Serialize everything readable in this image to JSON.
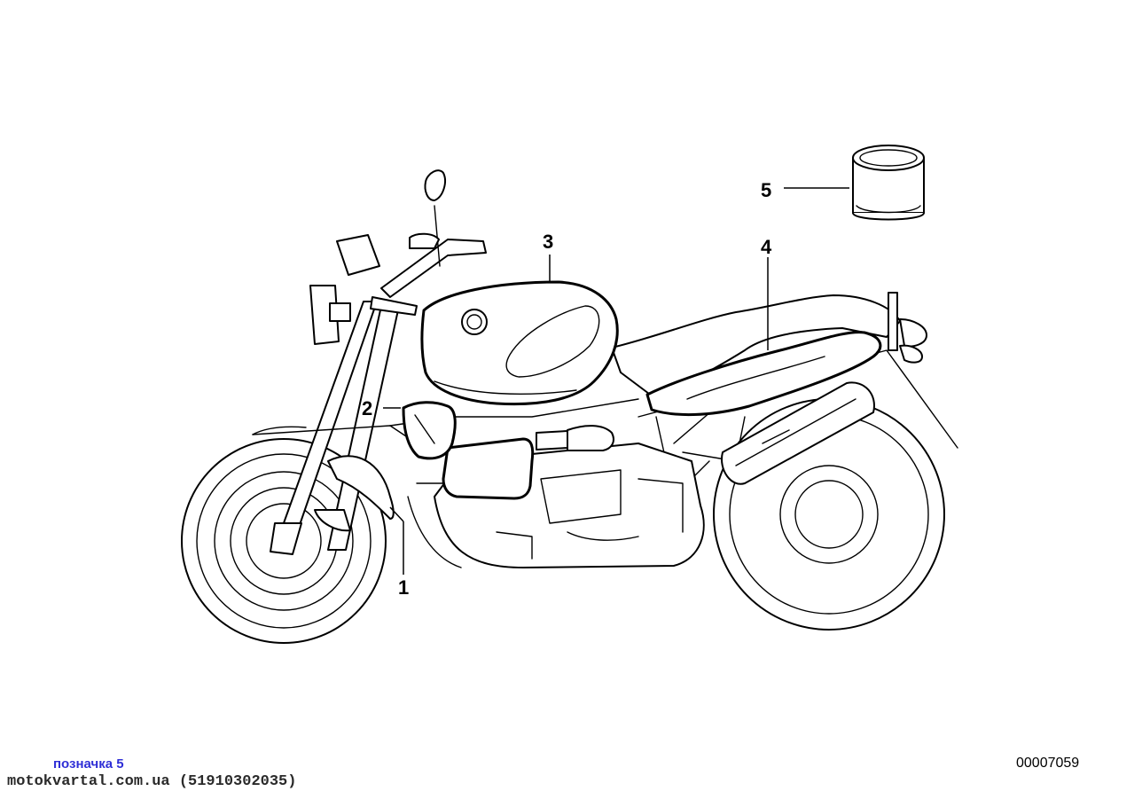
{
  "callouts": [
    {
      "label": "1",
      "part": "front-fender"
    },
    {
      "label": "2",
      "part": "side-cover"
    },
    {
      "label": "3",
      "part": "fuel-tank"
    },
    {
      "label": "4",
      "part": "tail-fairing"
    },
    {
      "label": "5",
      "part": "paint-stick"
    }
  ],
  "footer": {
    "part_reference": "позначка 5",
    "watermark": "motokvartal.com.ua (51910302035)",
    "drawing_number": "00007059"
  },
  "colors": {
    "line": "#000000",
    "background": "#ffffff",
    "reference_text": "#2f2fd6",
    "watermark_text": "#2a2a2a"
  }
}
